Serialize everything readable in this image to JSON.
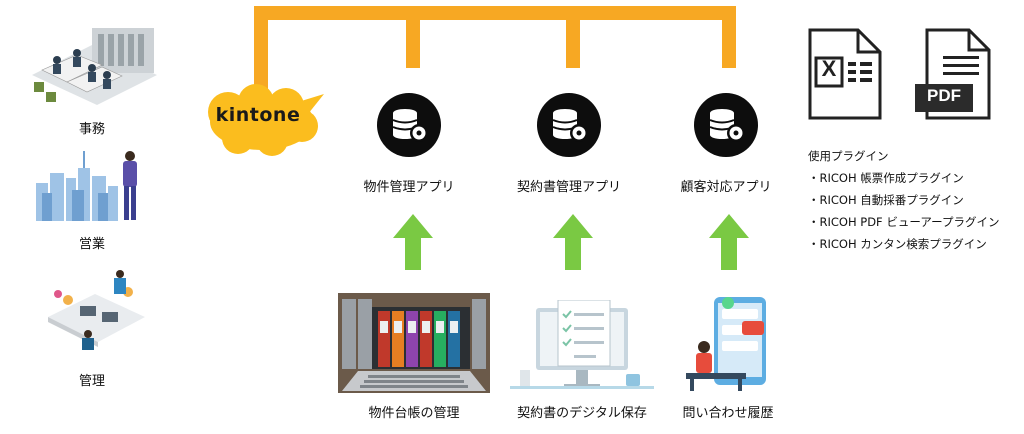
{
  "left_roles": [
    {
      "label": "事務"
    },
    {
      "label": "営業"
    },
    {
      "label": "管理"
    }
  ],
  "platform": {
    "label": "kintone"
  },
  "apps": [
    {
      "label": "物件管理アプリ"
    },
    {
      "label": "契約書管理アプリ"
    },
    {
      "label": "顧客対応アプリ"
    }
  ],
  "sources": [
    {
      "label": "物件台帳の管理"
    },
    {
      "label": "契約書のデジタル保存"
    },
    {
      "label": "問い合わせ履歴"
    }
  ],
  "file_icons": {
    "excel_letter": "X",
    "pdf_label": "PDF"
  },
  "plugins": {
    "heading": "使用プラグイン",
    "items": [
      "・RICOH 帳票作成プラグイン",
      "・RICOH 自動採番プラグイン",
      "・RICOH PDF ビューアープラグイン",
      "・RICOH カンタン検索プラグイン"
    ]
  },
  "colors": {
    "bus": "#f7a823",
    "cloud": "#fbbd1e",
    "arrow": "#7ac943",
    "icon_bg": "#0d0d0d"
  }
}
